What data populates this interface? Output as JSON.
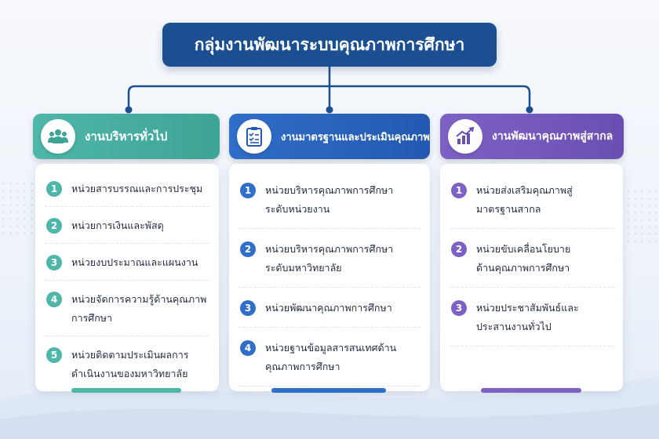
{
  "title": "กลุ่มงานพัฒนาระบบคุณภาพการศึกษา",
  "colors": {
    "title": "#1b4f91",
    "teal": "#4fb6aa",
    "blue": "#2f6ec9",
    "purple": "#7e61c4"
  },
  "columns": [
    {
      "heading": "งานบริหารทั่วไป",
      "icon": "people-group-icon",
      "items": [
        {
          "num": "1",
          "lines": [
            "หน่วยสารบรรณและการประชุม"
          ]
        },
        {
          "num": "2",
          "lines": [
            "หน่วยการเงินและพัสดุ"
          ]
        },
        {
          "num": "3",
          "lines": [
            "หน่วยงบประมาณและแผนงาน"
          ]
        },
        {
          "num": "4",
          "lines": [
            "หน่วยจัดการความรู้ด้านคุณภาพ",
            "การศึกษา"
          ]
        },
        {
          "num": "5",
          "lines": [
            "หน่วยติดตามประเมินผลการ",
            "ดำเนินงานของมหาวิทยาลัย"
          ]
        }
      ]
    },
    {
      "heading": "งานมาตรฐานและประเมินคุณภาพ",
      "icon": "checklist-clipboard-icon",
      "items": [
        {
          "num": "1",
          "lines": [
            "หน่วยบริหารคุณภาพการศึกษา",
            "ระดับหน่วยงาน"
          ]
        },
        {
          "num": "2",
          "lines": [
            "หน่วยบริหารคุณภาพการศึกษา",
            "ระดับมหาวิทยาลัย"
          ]
        },
        {
          "num": "3",
          "lines": [
            "หน่วยพัฒนาคุณภาพการศึกษา"
          ]
        },
        {
          "num": "4",
          "lines": [
            "หน่วยฐานข้อมูลสารสนเทศด้าน",
            "คุณภาพการศึกษา"
          ]
        }
      ]
    },
    {
      "heading": "งานพัฒนาคุณภาพสู่สากล",
      "icon": "growth-chart-icon",
      "items": [
        {
          "num": "1",
          "lines": [
            "หน่วยส่งเสริมคุณภาพสู่",
            "มาตรฐานสากล"
          ]
        },
        {
          "num": "2",
          "lines": [
            "หน่วยขับเคลื่อนโยบาย",
            "ด้านคุณภาพการศึกษา"
          ]
        },
        {
          "num": "3",
          "lines": [
            "หน่วยประชาสัมพันธ์และ",
            "ประสานงานทั่วไป"
          ]
        }
      ]
    }
  ]
}
